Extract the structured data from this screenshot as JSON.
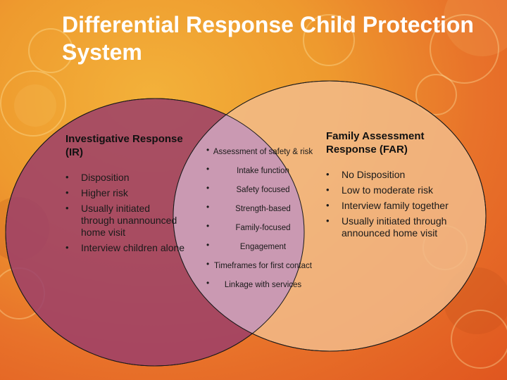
{
  "title": "Differential Response Child Protection System",
  "colors": {
    "ir_circle": "#9b3e6a",
    "far_circle": "#f2bb8a",
    "overlap": "#c898b4"
  },
  "ir": {
    "heading": "Investigative Response (IR)",
    "items": [
      "Disposition",
      "Higher risk",
      "Usually initiated through unannounced home visit",
      "Interview children alone"
    ]
  },
  "far": {
    "heading": "Family Assessment Response (FAR)",
    "items": [
      "No Disposition",
      "Low to moderate risk",
      "Interview  family together",
      "Usually initiated through announced home visit"
    ]
  },
  "common": {
    "items": [
      "Assessment of safety & risk",
      "Intake function",
      "Safety focused",
      "Strength-based",
      "Family-focused",
      "Engagement",
      "Timeframes for first contact",
      "Linkage with services"
    ]
  },
  "bullet": "•"
}
